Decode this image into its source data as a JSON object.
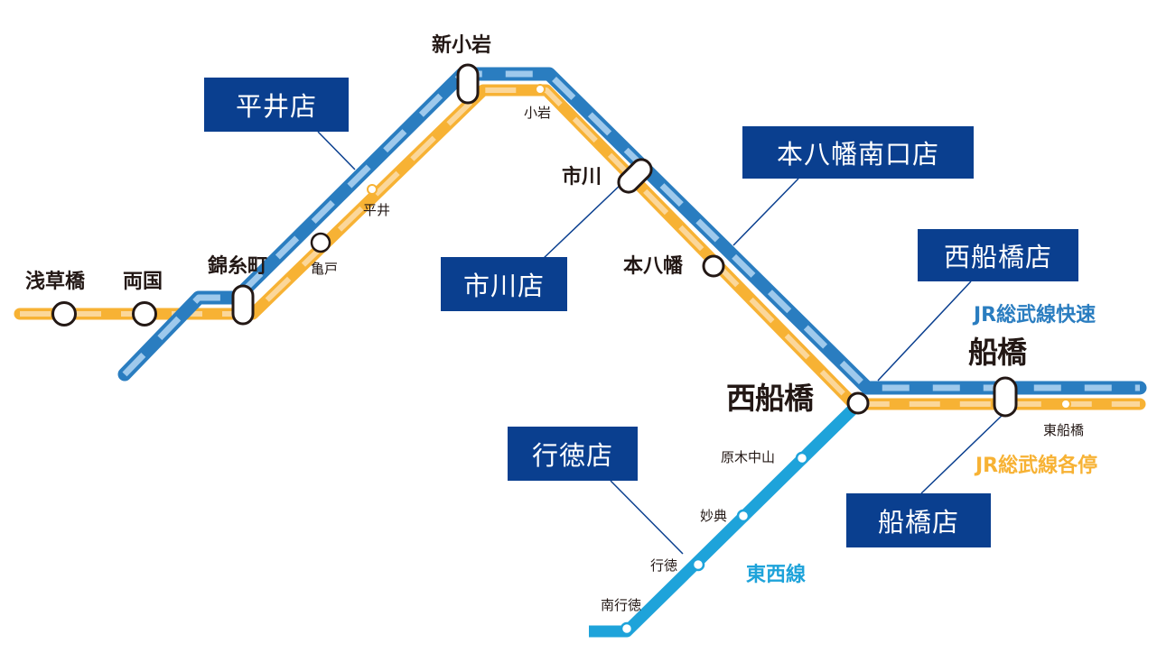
{
  "colors": {
    "rapid_line": "#2a7dc0",
    "rapid_dash": "#9ec9ec",
    "local_line": "#f7b234",
    "local_dash": "#fbd79a",
    "tozai_line": "#1ea3da",
    "shop_bg": "#0a3f8f",
    "shop_text": "#ffffff",
    "station_text": "#231815",
    "connector": "#0a3f8f"
  },
  "lines": {
    "rapid": "JR総武線快速",
    "local": "JR総武線各停",
    "tozai": "東西線"
  },
  "stations": {
    "asakusabashi": "浅草橋",
    "ryogoku": "両国",
    "kinshicho": "錦糸町",
    "kameido": "亀戸",
    "hirai": "平井",
    "shinkoiwa": "新小岩",
    "koiwa": "小岩",
    "ichikawa": "市川",
    "motoyawata": "本八幡",
    "nishifunabashi": "西船橋",
    "funabashi": "船橋",
    "higashifunabashi": "東船橋",
    "barakinakayama": "原木中山",
    "myoden": "妙典",
    "gyotoku": "行徳",
    "minamigyotoku": "南行徳"
  },
  "shops": {
    "hirai": "平井店",
    "ichikawa": "市川店",
    "motoyawata_minamiguchi": "本八幡南口店",
    "nishifunabashi": "西船橋店",
    "gyotoku": "行徳店",
    "funabashi": "船橋店"
  }
}
